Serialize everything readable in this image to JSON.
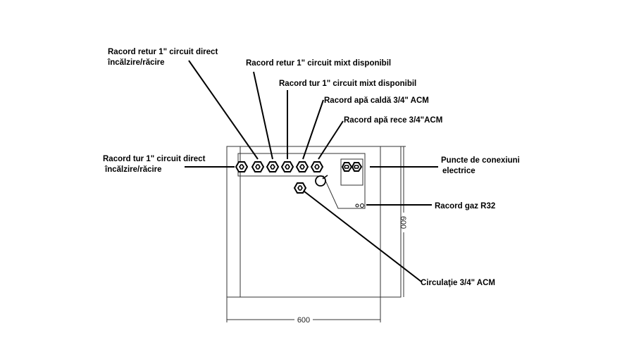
{
  "labels": {
    "retur_direct_line1": "Racord retur 1\" circuit  direct",
    "retur_direct_line2": "încălzire/răcire",
    "retur_mixt": "Racord retur 1\"  circuit mixt disponibil",
    "tur_mixt": "Racord tur 1\"  circuit mixt disponibil",
    "apa_calda": "Racord  apă caldă 3/4\"  ACM",
    "apa_rece": "Racord apă rece 3/4\"ACM",
    "tur_direct_line1": "Racord tur 1\" circuit direct",
    "tur_direct_line2": "încălzire/răcire",
    "conexiuni_line1": "Puncte de conexiuni",
    "conexiuni_line2": "electrice",
    "gaz": "Racord gaz R32",
    "circulatie": "Circulaţie 3/4\" ACM"
  },
  "dimensions": {
    "width": "600",
    "depth": "600"
  }
}
